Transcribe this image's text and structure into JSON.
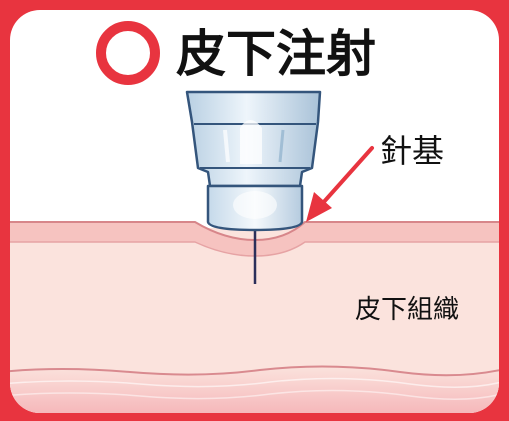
{
  "diagram": {
    "title": "皮下注射",
    "title_symbol": "maru-circle-icon",
    "label_needle_hub": "針基",
    "label_tissue": "皮下組織"
  },
  "colors": {
    "frame": "#e8343f",
    "background": "#ffffff",
    "skin_top": "#f6c3c0",
    "skin_line": "#d7868a",
    "subcutaneous": "#fbe3dd",
    "muscle_deep": "#f4b6b9",
    "needle_hub": "#d4e4f0",
    "needle": "#2b2f5a",
    "arrow": "#e8343f",
    "text": "#222222"
  }
}
